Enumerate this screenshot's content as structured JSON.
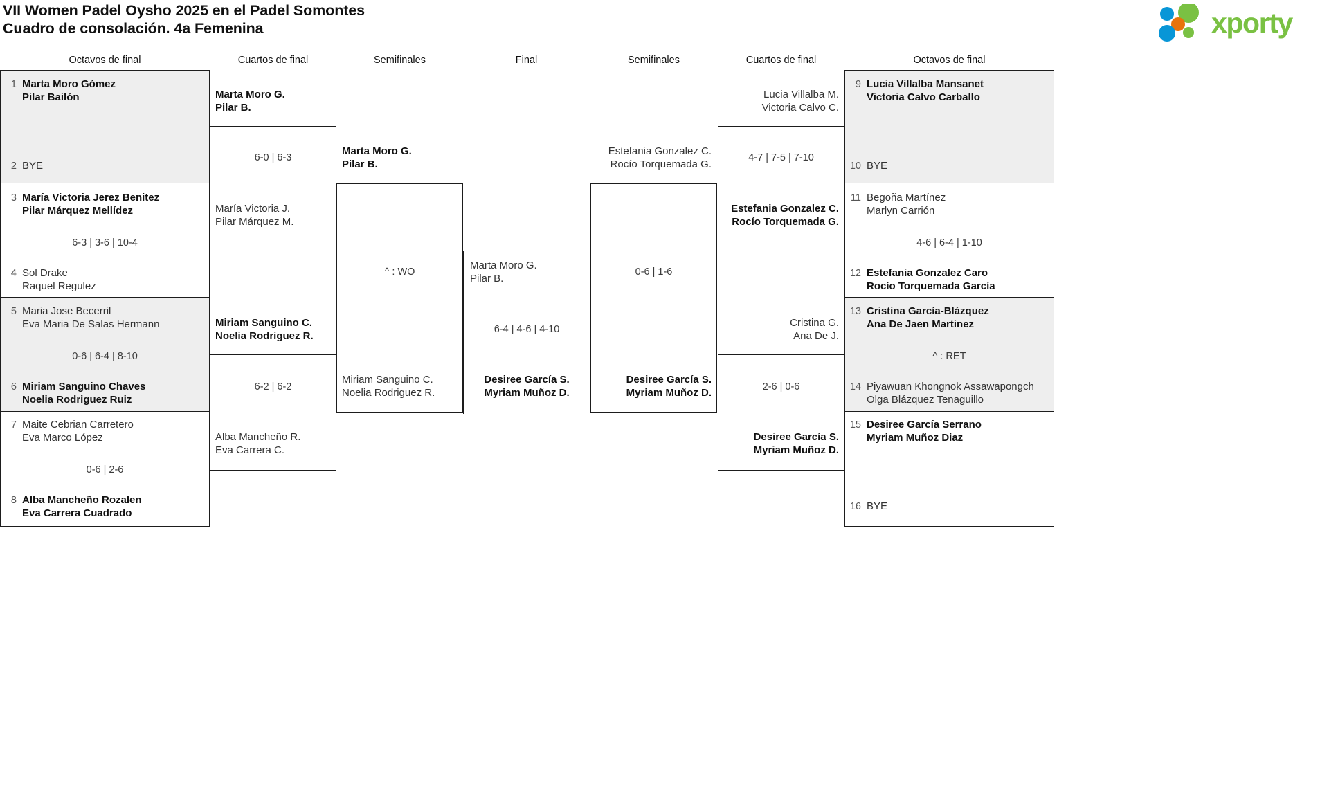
{
  "header": {
    "title_line1": "VII Women Padel Oysho 2025 en el Padel Somontes",
    "title_line2": "Cuadro de consolación. 4a Femenina",
    "logo_text": "xporty",
    "logo_colors": {
      "green": "#7ac143",
      "blue": "#0896d7",
      "orange": "#e8730c"
    }
  },
  "round_labels": {
    "l_octavos": "Octavos de final",
    "l_cuartos": "Cuartos de final",
    "l_semis": "Semifinales",
    "final": "Final",
    "r_semis": "Semifinales",
    "r_cuartos": "Cuartos de final",
    "r_octavos": "Octavos de final"
  },
  "left": {
    "octavos": [
      {
        "seed": "1",
        "p1": "Marta Moro Gómez",
        "p2": "Pilar Bailón",
        "winner": true
      },
      {
        "seed": "2",
        "p1": "BYE",
        "p2": "",
        "winner": false
      },
      {
        "seed": "3",
        "p1": "María Victoria Jerez Benitez",
        "p2": "Pilar Márquez Mellídez",
        "winner": true
      },
      {
        "seed": "4",
        "p1": "Sol Drake",
        "p2": "Raquel Regulez",
        "winner": false
      },
      {
        "seed": "5",
        "p1": "Maria Jose Becerril",
        "p2": "Eva Maria De Salas Hermann",
        "winner": false
      },
      {
        "seed": "6",
        "p1": "Miriam Sanguino Chaves",
        "p2": "Noelia Rodriguez Ruiz",
        "winner": true
      },
      {
        "seed": "7",
        "p1": "Maite Cebrian Carretero",
        "p2": "Eva Marco López",
        "winner": false
      },
      {
        "seed": "8",
        "p1": "Alba Mancheño Rozalen",
        "p2": "Eva Carrera Cuadrado",
        "winner": true
      }
    ],
    "octavos_scores": [
      "6-3 | 3-6 | 10-4",
      "0-6 | 6-4 | 8-10",
      "0-6 | 2-6"
    ],
    "cuartos": [
      {
        "p1": "Marta Moro G.",
        "p2": "Pilar B.",
        "winner": true
      },
      {
        "p1": "María Victoria J.",
        "p2": "Pilar Márquez M.",
        "winner": false
      },
      {
        "p1": "Miriam Sanguino C.",
        "p2": "Noelia Rodriguez R.",
        "winner": true
      },
      {
        "p1": "Alba Mancheño R.",
        "p2": "Eva Carrera C.",
        "winner": false
      }
    ],
    "cuartos_scores": [
      "6-0 | 6-3",
      "6-2 | 6-2"
    ],
    "semis": [
      {
        "p1": "Marta Moro G.",
        "p2": "Pilar B.",
        "winner": true
      },
      {
        "p1": "Miriam Sanguino C.",
        "p2": "Noelia Rodriguez R.",
        "winner": false
      }
    ],
    "semis_score": "^ : WO"
  },
  "final": {
    "top": {
      "p1": "Marta Moro G.",
      "p2": "Pilar B.",
      "winner": false
    },
    "score": "6-4 | 4-6 | 4-10",
    "bottom": {
      "p1": "Desiree García S.",
      "p2": "Myriam Muñoz D.",
      "winner": true
    }
  },
  "right": {
    "octavos": [
      {
        "seed": "9",
        "p1": "Lucia Villalba Mansanet",
        "p2": "Victoria Calvo Carballo",
        "winner": true
      },
      {
        "seed": "10",
        "p1": "BYE",
        "p2": "",
        "winner": false
      },
      {
        "seed": "11",
        "p1": "Begoña Martínez",
        "p2": "Marlyn Carrión",
        "winner": false
      },
      {
        "seed": "12",
        "p1": "Estefania Gonzalez Caro",
        "p2": "Rocío Torquemada García",
        "winner": true
      },
      {
        "seed": "13",
        "p1": "Cristina García-Blázquez",
        "p2": "Ana De Jaen Martinez",
        "winner": true
      },
      {
        "seed": "14",
        "p1": "Piyawuan Khongnok Assawapongch",
        "p2": "Olga Blázquez Tenaguillo",
        "winner": false
      },
      {
        "seed": "15",
        "p1": "Desiree García Serrano",
        "p2": "Myriam Muñoz Diaz",
        "winner": true
      },
      {
        "seed": "16",
        "p1": "BYE",
        "p2": "",
        "winner": false
      }
    ],
    "octavos_scores": [
      "4-6 | 6-4 | 1-10",
      "^ : RET"
    ],
    "cuartos": [
      {
        "p1": "Lucia Villalba M.",
        "p2": "Victoria Calvo C.",
        "winner": false
      },
      {
        "p1": "Estefania Gonzalez C.",
        "p2": "Rocío Torquemada G.",
        "winner": true
      },
      {
        "p1": "Cristina G.",
        "p2": "Ana De J.",
        "winner": false
      },
      {
        "p1": "Desiree García S.",
        "p2": "Myriam Muñoz D.",
        "winner": true
      }
    ],
    "cuartos_scores": [
      "4-7 | 7-5 | 7-10",
      "2-6 | 0-6"
    ],
    "semis": [
      {
        "p1": "Estefania Gonzalez C.",
        "p2": "Rocío Torquemada G.",
        "winner": false
      },
      {
        "p1": "Desiree García S.",
        "p2": "Myriam Muñoz D.",
        "winner": true
      }
    ],
    "semis_score": "0-6 | 1-6"
  }
}
